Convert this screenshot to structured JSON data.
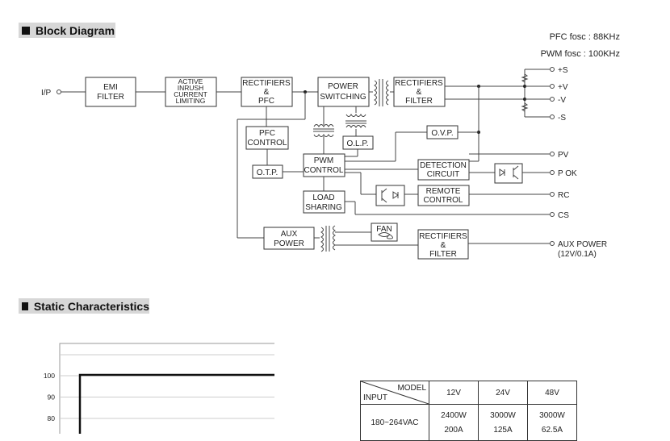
{
  "headers": {
    "block_diagram": "Block Diagram",
    "static_characteristics": "Static Characteristics"
  },
  "diagram": {
    "freq_pfc": "PFC fosc : 88KHz",
    "freq_pwm": "PWM fosc : 100KHz",
    "input_label": "I/P",
    "emi": [
      "EMI",
      "FILTER"
    ],
    "inrush": [
      "ACTIVE",
      "INRUSH",
      "CURRENT",
      "LIMITING"
    ],
    "rect_pfc": [
      "RECTIFIERS",
      "&",
      "PFC"
    ],
    "power_sw": [
      "POWER",
      "SWITCHING"
    ],
    "rect_filter_main": [
      "RECTIFIERS",
      "&",
      "FILTER"
    ],
    "pfc_control": [
      "PFC",
      "CONTROL"
    ],
    "otp": "O.T.P.",
    "olp": "O.L.P.",
    "ovp": "O.V.P.",
    "pwm_control": [
      "PWM",
      "CONTROL"
    ],
    "detection": [
      "DETECTION",
      "CIRCUIT"
    ],
    "load_sharing": [
      "LOAD",
      "SHARING"
    ],
    "remote_control": [
      "REMOTE",
      "CONTROL"
    ],
    "aux_power": [
      "AUX",
      "POWER"
    ],
    "fan": "FAN",
    "rect_filter_aux": [
      "RECTIFIERS",
      "&",
      "FILTER"
    ],
    "out_plus_s": "+S",
    "out_plus_v": "+V",
    "out_minus_v": "-V",
    "out_minus_s": "-S",
    "out_pv": "PV",
    "out_pok": "P OK",
    "out_rc": "RC",
    "out_cs": "CS",
    "out_aux": [
      "AUX POWER",
      "(12V/0.1A)"
    ]
  },
  "chart_data": {
    "type": "line",
    "y_ticks": [
      100,
      90,
      80
    ],
    "x": [],
    "series": [],
    "grid": true
  },
  "spec_table": {
    "header_model": "MODEL",
    "header_input": "INPUT",
    "models": [
      "12V",
      "24V",
      "48V"
    ],
    "rows": [
      {
        "input": "180~264VAC",
        "power": [
          "2400W",
          "3000W",
          "3000W"
        ],
        "current": [
          "200A",
          "125A",
          "62.5A"
        ]
      }
    ]
  }
}
